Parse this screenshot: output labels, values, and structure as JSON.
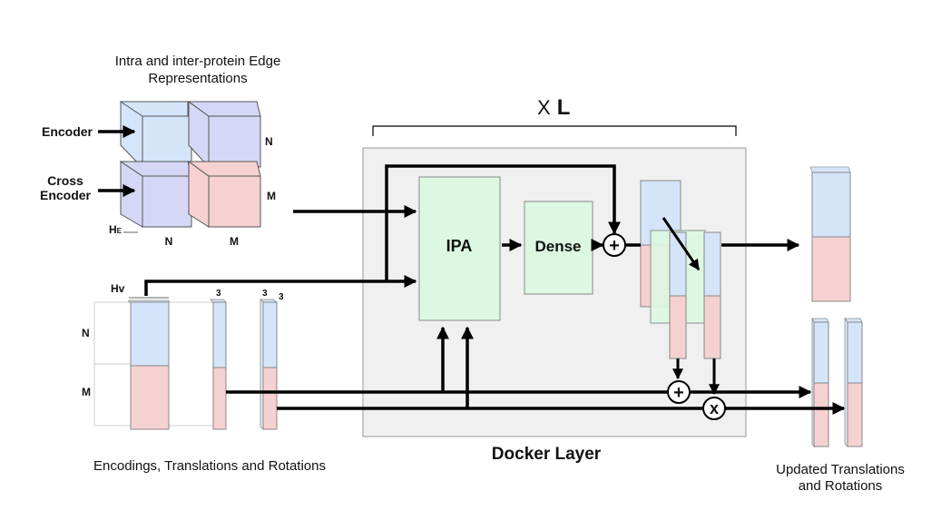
{
  "title_edges_line1": "Intra and inter-protein Edge",
  "title_edges_line2": "Representations",
  "encoder_label": "Encoder",
  "cross_encoder_line1": "Cross",
  "cross_encoder_line2": "Encoder",
  "he_label": "H",
  "he_sub": "E",
  "edge_n_right": "N",
  "edge_m_right": "M",
  "edge_n_bottom": "N",
  "edge_m_bottom": "M",
  "repeat_x": "X",
  "repeat_l": "L",
  "ipa_label": "IPA",
  "dense_label": "Dense",
  "plus_symbol": "+",
  "times_symbol": "x",
  "docker_layer_label": "Docker Layer",
  "hv_label": "Hv",
  "node_n_label": "N",
  "node_m_label": "M",
  "dim_3a": "3",
  "dim_3b": "3",
  "dim_3c": "3",
  "encodings_caption": "Encodings, Translations and Rotations",
  "updated_caption_line1": "Updated Translations",
  "updated_caption_line2": "and Rotations",
  "colors": {
    "blue": "#d4e5fa",
    "pink": "#f6d1d1",
    "purple": "#d6d6f7",
    "green": "#dcf8e2",
    "panel": "#f0f0f0"
  }
}
